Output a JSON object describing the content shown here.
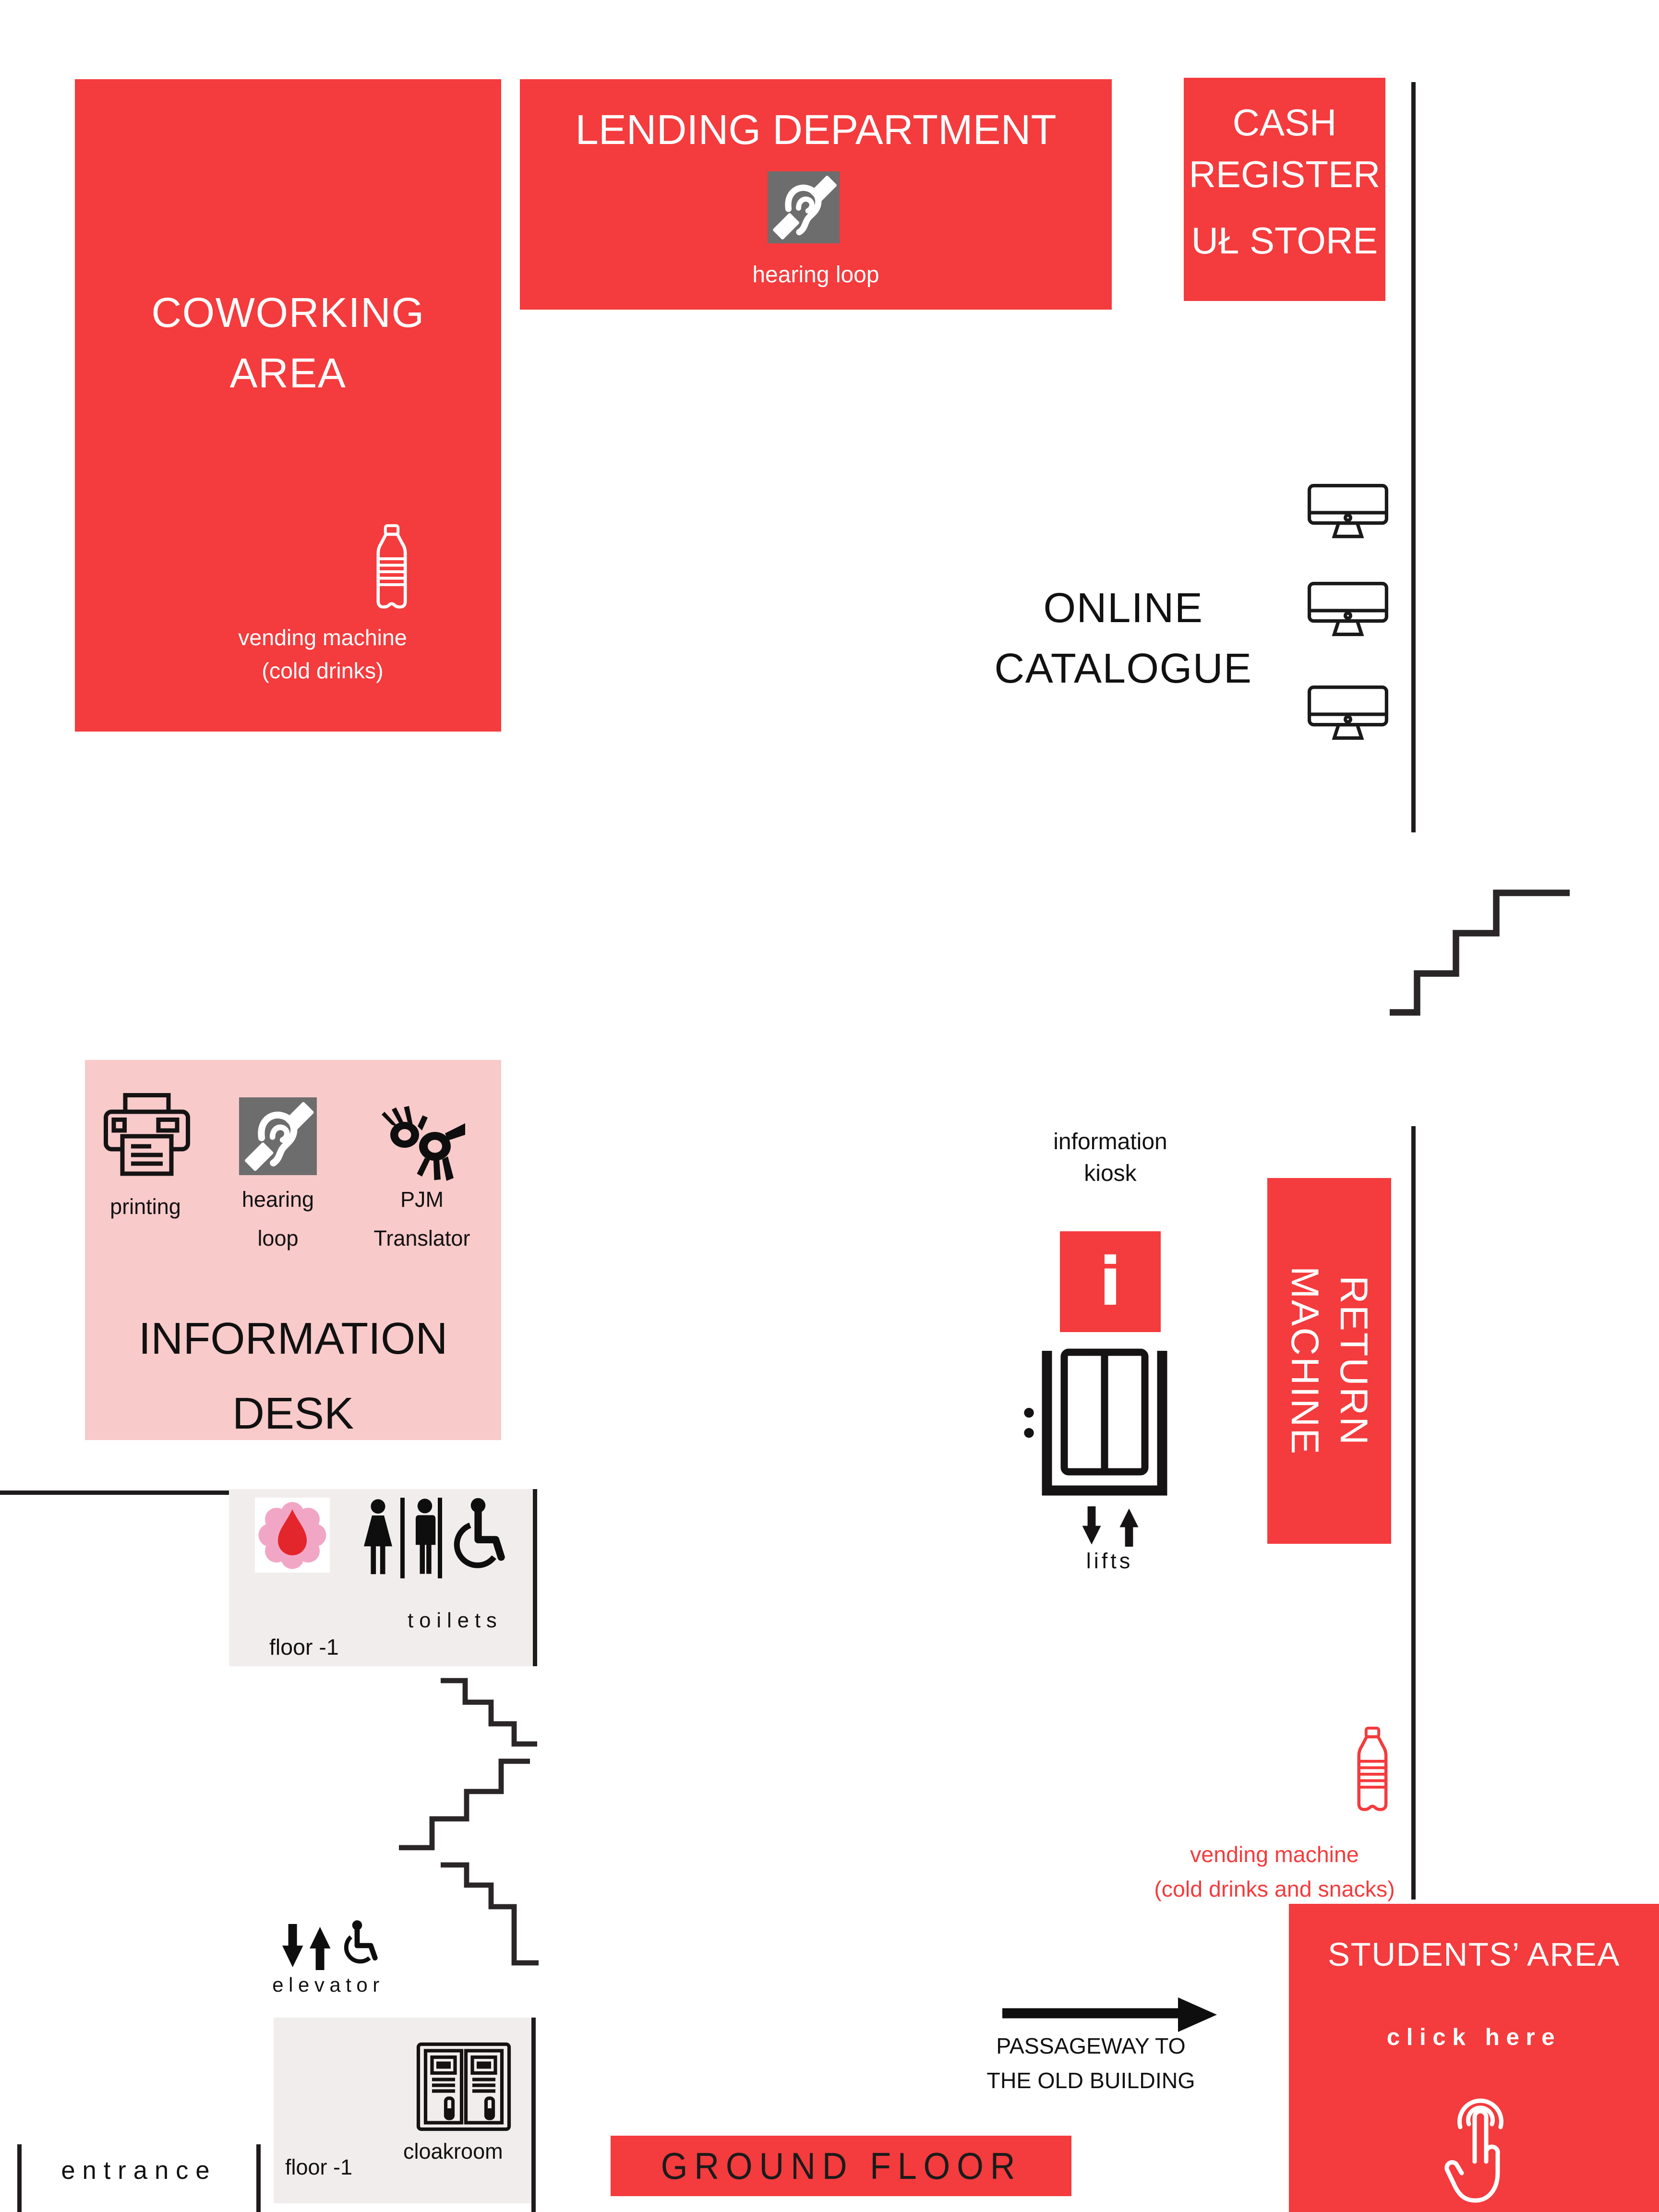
{
  "colors": {
    "red": "#f43b3d",
    "pink": "#f9caca",
    "light_gray": "#f2eded",
    "icon_gray": "#6d6d6d",
    "wall_dark": "#1e1b1c",
    "flower_pink": "#f2a6c5",
    "drop_red": "#e3262b"
  },
  "coworking_area": {
    "title_line1": "COWORKING",
    "title_line2": "AREA",
    "vending_line1": "vending machine",
    "vending_line2": "(cold drinks)"
  },
  "lending_department": {
    "title": "LENDING DEPARTMENT",
    "hearing_loop_label": "hearing loop"
  },
  "cash_register": {
    "line1": "CASH",
    "line2": "REGISTER",
    "line3": "UŁ STORE"
  },
  "online_catalogue": {
    "line1": "ONLINE",
    "line2": "CATALOGUE"
  },
  "information_desk": {
    "title_line1": "INFORMATION",
    "title_line2": "DESK",
    "printing_label": "printing",
    "hearing_line1": "hearing",
    "hearing_line2": "loop",
    "pjm_line1": "PJM",
    "pjm_line2": "Translator"
  },
  "information_kiosk": {
    "line1": "information",
    "line2": "kiosk",
    "i_glyph": "i"
  },
  "lifts": {
    "label": "lifts"
  },
  "return_machine": {
    "line1": "RETURN",
    "line2": "MACHINE"
  },
  "toilets": {
    "label": "toilets",
    "floor": "floor -1"
  },
  "elevator": {
    "label": "elevator"
  },
  "vending_snacks": {
    "line1": "vending machine",
    "line2": "(cold drinks and snacks)"
  },
  "students_area": {
    "title": "STUDENTS’ AREA",
    "cta": "click here"
  },
  "passageway": {
    "line1": "PASSAGEWAY TO",
    "line2": "THE OLD BUILDING"
  },
  "ground_floor": {
    "label": "GROUND FLOOR"
  },
  "entrance": {
    "label": "entrance"
  },
  "cloakroom": {
    "label": "cloakroom",
    "floor": "floor -1"
  }
}
